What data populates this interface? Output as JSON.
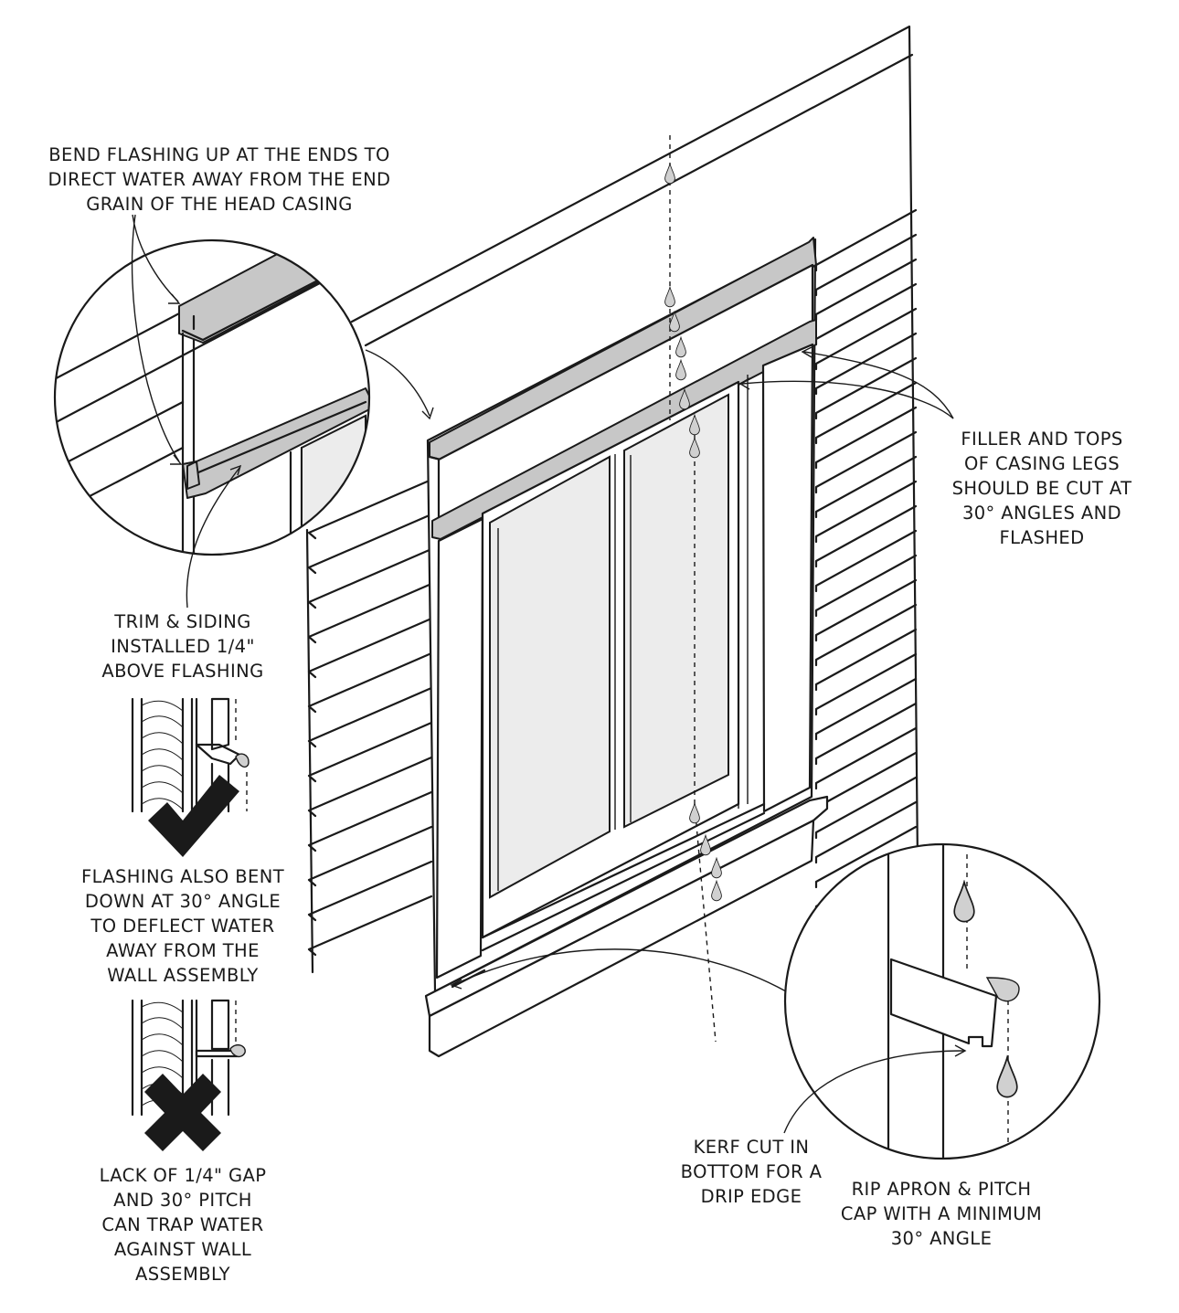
{
  "labels": {
    "bend_flashing": [
      "BEND FLASHING UP AT THE ENDS TO",
      "DIRECT WATER AWAY FROM THE END",
      "GRAIN OF THE HEAD CASING"
    ],
    "filler_tops": [
      "FILLER AND TOPS",
      "OF CASING LEGS",
      "SHOULD BE CUT AT",
      "30° ANGLES AND",
      "FLASHED"
    ],
    "trim_siding": [
      "TRIM & SIDING",
      "INSTALLED 1/4\"",
      "ABOVE FLASHING"
    ],
    "flashing_bent": [
      "FLASHING ALSO BENT",
      "DOWN AT 30° ANGLE",
      "TO DEFLECT WATER",
      "AWAY FROM THE",
      "WALL ASSEMBLY"
    ],
    "lack_of_gap": [
      "LACK OF 1/4\" GAP",
      "AND 30° PITCH",
      "CAN TRAP WATER",
      "AGAINST WALL",
      "ASSEMBLY"
    ],
    "kerf_cut": [
      "KERF CUT IN",
      "BOTTOM FOR A",
      "DRIP EDGE"
    ],
    "rip_apron": [
      "RIP APRON & PITCH",
      "CAP WITH A MINIMUM",
      "30° ANGLE"
    ]
  },
  "icons": {
    "correct": "check-mark-icon",
    "incorrect": "x-mark-icon",
    "water": "water-drop-icon"
  },
  "colors": {
    "line": "#1a1a1a",
    "flashing": "#c7c7c7",
    "background": "#ffffff"
  }
}
